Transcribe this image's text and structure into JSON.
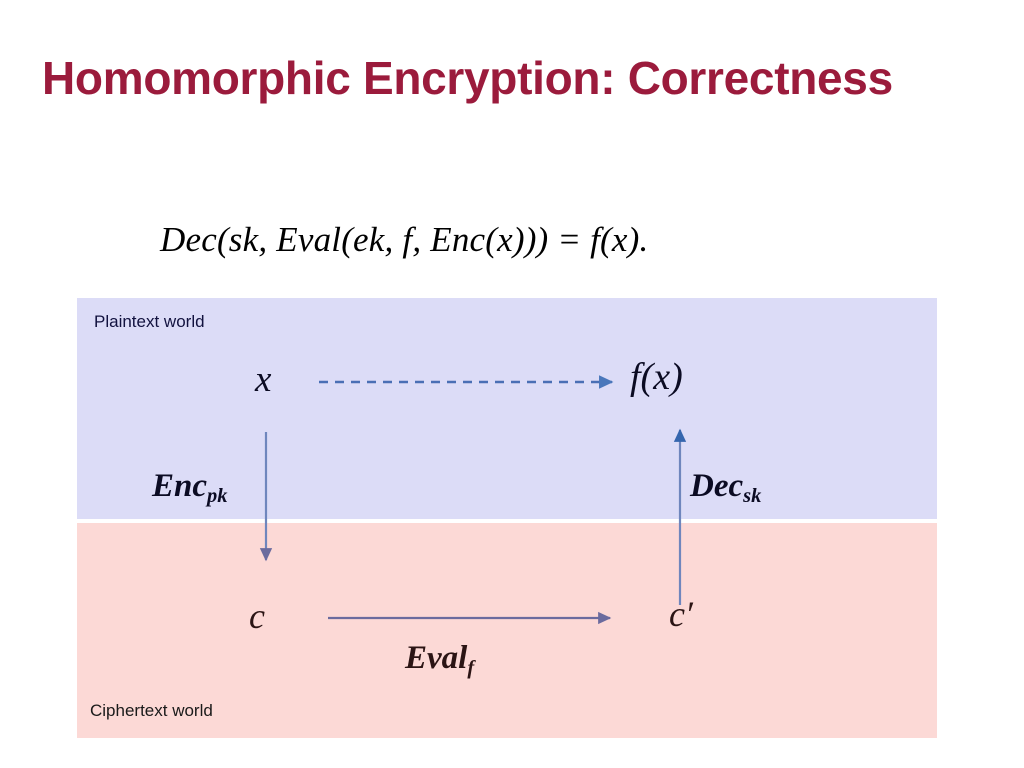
{
  "slide": {
    "title": "Homomorphic Encryption: Correctness",
    "title_color": "#9B1B3C",
    "background": "#ffffff",
    "equation": "Dec(sk, Eval(ek, f, Enc(x))) = f(x)."
  },
  "diagram": {
    "plaintext_band": {
      "label": "Plaintext world",
      "color": "#dcdcf7",
      "label_color": "#12123f"
    },
    "ciphertext_band": {
      "label": "Ciphertext world",
      "color": "#fcd9d6",
      "label_color": "#1a1a1a"
    },
    "nodes": {
      "plaintext_input": "x",
      "plaintext_output": "f(x)",
      "ciphertext_input": "c",
      "ciphertext_output": "c′"
    },
    "edges": {
      "top": {
        "label": "",
        "from": "x",
        "to": "f(x)",
        "style": "dashed",
        "direction": "right",
        "color": "#4a6fb5"
      },
      "left": {
        "label_base": "Enc",
        "label_sub": "pk",
        "from": "x",
        "to": "c",
        "style": "solid",
        "direction": "down",
        "color": "#5a7fc0"
      },
      "right": {
        "label_base": "Dec",
        "label_sub": "sk",
        "from": "c′",
        "to": "f(x)",
        "style": "solid",
        "direction": "up",
        "color": "#5a7fc0"
      },
      "bottom": {
        "label_base": "Eval",
        "label_sub": "f",
        "from": "c",
        "to": "c′",
        "style": "solid",
        "direction": "right",
        "color": "#6b6b9e"
      }
    }
  }
}
